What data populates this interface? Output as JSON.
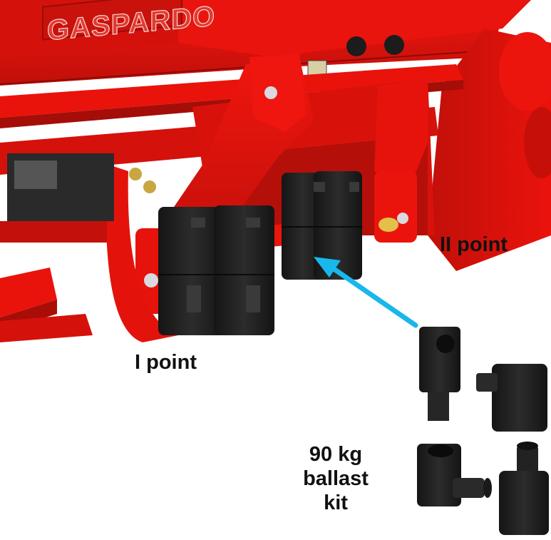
{
  "labels": {
    "point_two": "II point",
    "point_one": "I point",
    "kit_line1": "90 kg",
    "kit_line2": "ballast",
    "kit_line3": "kit"
  },
  "brand_text": "GASPARDO",
  "colors": {
    "frame_red": "#e8120c",
    "frame_dark": "#a50d08",
    "ballast_black": "#202020",
    "arrow_blue": "#18b7ec"
  },
  "icons": [
    "ballast-weight-icon",
    "arrow-icon"
  ]
}
